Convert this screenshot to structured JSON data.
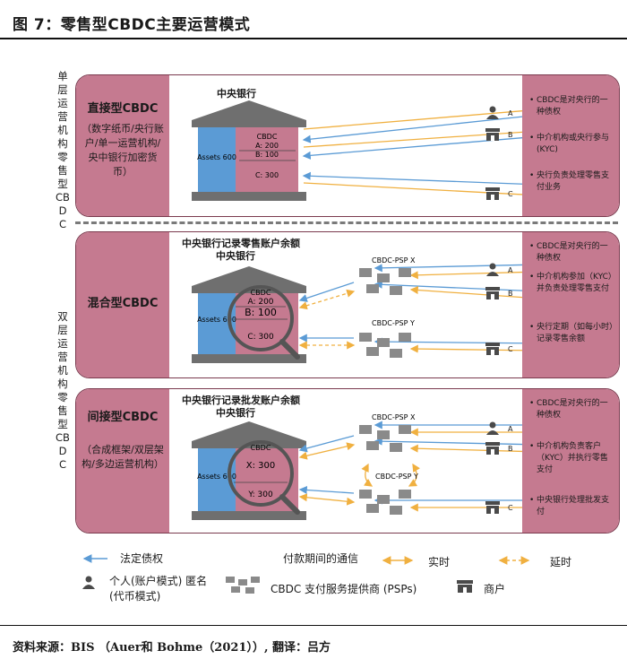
{
  "title": "图 7：零售型CBDC主要运营模式",
  "sidebar": {
    "single": "单层运营机构零售型CBDC",
    "double": "双层运营机构零售型CBDC"
  },
  "panels": [
    {
      "name": "直接型CBDC",
      "sub": "（数字纸币/央行账户/单一运营机构/央中银行加密货币）",
      "bank_label": "中央银行",
      "assets": "Assets 600",
      "cbdc": "CBDC",
      "rows": [
        "A: 200",
        "B: 100",
        "C: 300"
      ],
      "bullets": [
        "CBDC是对央行的一种债权",
        "中介机构或央行参与(KYC)",
        "央行负责处理零售支付业务"
      ]
    },
    {
      "name": "混合型CBDC",
      "header": "中央银行记录零售账户余额",
      "bank_label": "中央银行",
      "assets": "Assets 600",
      "cbdc": "CBDC",
      "rows": [
        "A: 200",
        "B: 100",
        "C: 300"
      ],
      "psp_x": "CBDC-PSP X",
      "psp_y": "CBDC-PSP Y",
      "bullets": [
        "CBDC是对央行的一种债权",
        "中介机构参加（KYC）并负责处理零售支付",
        "央行定期（如每小时）记录零售余额"
      ]
    },
    {
      "name": "间接型CBDC",
      "sub": "（合成框架/双层架构/多边运营机构）",
      "header": "中央银行记录批发账户余额",
      "bank_label": "中央银行",
      "assets": "Assets 600",
      "cbdc": "CBDC",
      "rows": [
        "X: 300",
        "Y: 300"
      ],
      "psp_x": "CBDC-PSP X",
      "psp_y": "CBDC-PSP Y",
      "bullets": [
        "CBDC是对央行的一种债权",
        "中介机构负责客户（KYC）并执行零售支付",
        "中央银行处理批发支付"
      ]
    }
  ],
  "endpoints": [
    "A",
    "B",
    "C"
  ],
  "legend": {
    "legal": "法定债权",
    "comm": "付款期间的通信",
    "realtime": "实时",
    "delay": "延时",
    "person": "个人(账户模式) 匿名(代币模式)",
    "psp": "CBDC 支付服务提供商 (PSPs)",
    "merchant": "商户"
  },
  "source": "资料来源：BIS （Auer和 Bohme（2021））, 翻译：吕方",
  "colors": {
    "rose": "#c57a90",
    "blue": "#5b9bd5",
    "orange": "#f0b040",
    "border": "#7a3a4e"
  }
}
